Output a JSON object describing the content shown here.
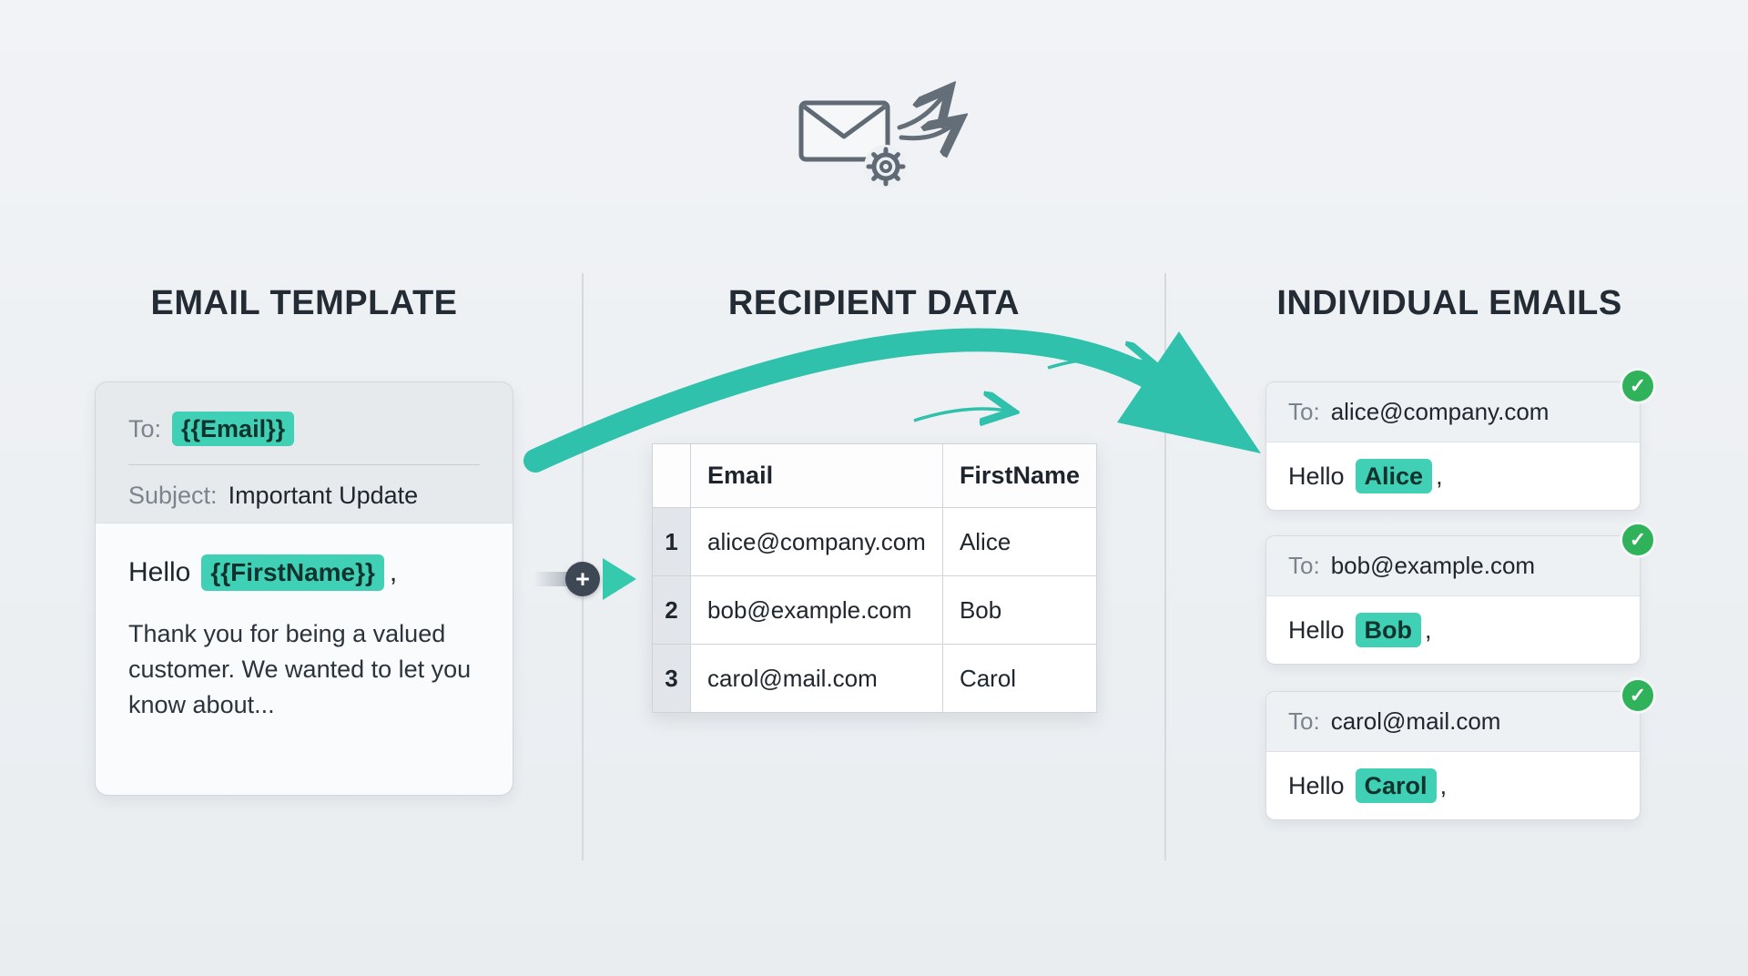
{
  "accent": {
    "teal_highlight": "#3fd0b5",
    "teal_arrow": "#2fc1ac",
    "green_check": "#2fb25a"
  },
  "icons": {
    "mail_merge": "envelope-gear-split-arrows",
    "plus": "+",
    "check": "✓"
  },
  "columns": {
    "template": {
      "title": "EMAIL TEMPLATE",
      "card": {
        "to_label": "To:",
        "to_value": "{{Email}}",
        "subject_label": "Subject:",
        "subject_value": "Important Update",
        "greeting_prefix": "Hello",
        "greeting_token": "{{FirstName}}",
        "greeting_suffix": ",",
        "body": "Thank you for being a valued customer. We wanted to let you know about..."
      }
    },
    "data": {
      "title": "RECIPIENT DATA",
      "table": {
        "headers": {
          "email": "Email",
          "first": "FirstName"
        },
        "rows": [
          {
            "num": "1",
            "email": "alice@company.com",
            "first": "Alice"
          },
          {
            "num": "2",
            "email": "bob@example.com",
            "first": "Bob"
          },
          {
            "num": "3",
            "email": "carol@mail.com",
            "first": "Carol"
          }
        ]
      }
    },
    "emails": {
      "title": "INDIVIDUAL EMAILS",
      "cards": [
        {
          "to_label": "To:",
          "to_value": "alice@company.com",
          "greeting_prefix": "Hello",
          "name": "Alice",
          "suffix": ","
        },
        {
          "to_label": "To:",
          "to_value": "bob@example.com",
          "greeting_prefix": "Hello",
          "name": "Bob",
          "suffix": ","
        },
        {
          "to_label": "To:",
          "to_value": "carol@mail.com",
          "greeting_prefix": "Hello",
          "name": "Carol",
          "suffix": ","
        }
      ]
    }
  }
}
